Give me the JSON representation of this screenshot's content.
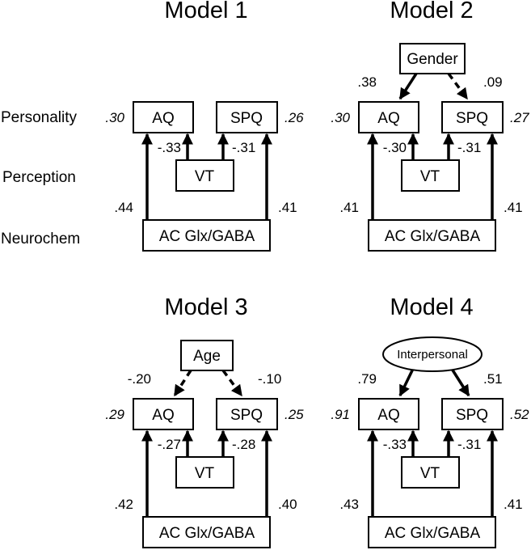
{
  "row_labels": {
    "personality": "Personality",
    "perception": "Perception",
    "neurochem": "Neurochem"
  },
  "node_labels": {
    "aq": "AQ",
    "spq": "SPQ",
    "vt": "VT",
    "ac": "AC Glx/GABA"
  },
  "models": [
    {
      "title": "Model 1",
      "covariate": null,
      "r2": {
        "aq": ".30",
        "spq": ".26"
      },
      "paths": {
        "vt_aq": "-.33",
        "vt_spq": "-.31",
        "ac_aq": ".44",
        "ac_spq": ".41"
      }
    },
    {
      "title": "Model 2",
      "covariate": {
        "label": "Gender",
        "shape": "rect",
        "to_aq": ".38",
        "to_spq": ".09",
        "aq_style": "solid",
        "spq_style": "dashed"
      },
      "r2": {
        "aq": ".30",
        "spq": ".27"
      },
      "paths": {
        "vt_aq": "-.30",
        "vt_spq": "-.31",
        "ac_aq": ".41",
        "ac_spq": ".41"
      }
    },
    {
      "title": "Model 3",
      "covariate": {
        "label": "Age",
        "shape": "rect",
        "to_aq": "-.20",
        "to_spq": "-.10",
        "aq_style": "dashed",
        "spq_style": "dashed"
      },
      "r2": {
        "aq": ".29",
        "spq": ".25"
      },
      "paths": {
        "vt_aq": "-.27",
        "vt_spq": "-.28",
        "ac_aq": ".42",
        "ac_spq": ".40"
      }
    },
    {
      "title": "Model 4",
      "covariate": {
        "label": "Interpersonal",
        "shape": "ellipse",
        "to_aq": ".79",
        "to_spq": ".51",
        "aq_style": "solid",
        "spq_style": "solid"
      },
      "r2": {
        "aq": ".91",
        "spq": ".52"
      },
      "paths": {
        "vt_aq": "-.33",
        "vt_spq": "-.31",
        "ac_aq": ".43",
        "ac_spq": ".41"
      }
    }
  ]
}
